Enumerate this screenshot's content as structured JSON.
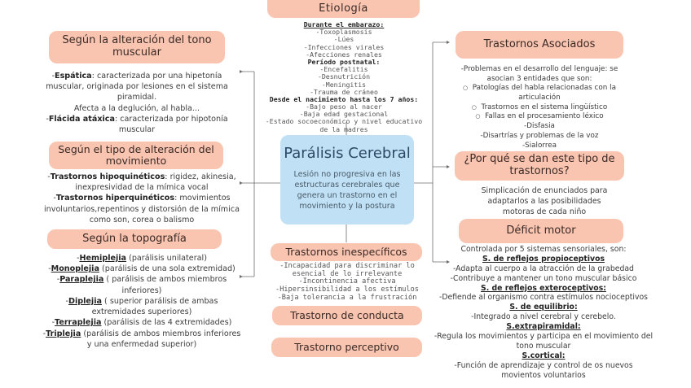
{
  "center": {
    "title": "Parálisis Cerebral",
    "desc": "Lesión no progresiva en las estructuras cerebrales que genera un trastorno en el movimiento y la postura"
  },
  "etiologia": {
    "title": "Etiología",
    "h1": "Durante el embarazo:",
    "l1": "-Toxoplasmosis",
    "l2": "-Lúes",
    "l3": "-Infecciones virales",
    "l4": "-Afecciones renales",
    "h2": "Período postnatal:",
    "l5": "-Encefalitis",
    "l6": "-Desnutrición",
    "l7": "-Meningitis",
    "l8": "-Trauma de cráneo",
    "h3": "Desde el nacimiento hasta los 7 años:",
    "l9": "-Bajo peso al nacer",
    "l10": "-Baja edad gestacional",
    "l11": "-Estado socoeconómico y nivel educativo de la madres"
  },
  "tono": {
    "title": "Según la alteración del tono muscular",
    "esp_label": "Espática",
    "esp_text": ": caracterizada por una hipetonía muscular, originada por lesiones en el sistema piramidal.",
    "esp_text2": "Afecta a la deglución, al habla...",
    "flac_label": "Flácida atáxica",
    "flac_text": ": caracterizada por hipotonía muscular"
  },
  "tipo": {
    "title": "Según el tipo de alteración del movimiento",
    "hipo_label": "Trastornos hipoquinéticos",
    "hipo_text": ": rigidez, akinesia, inexpresividad de la mímica vocal",
    "hiper_label": "Trastornos hiperquinéticos",
    "hiper_text": ": movimientos involuntarios,repentinos y distorsión de la mímica como son, corea o balismo"
  },
  "topo": {
    "title": "Según la topografía",
    "i1_label": "Hemiplejia",
    "i1_text": " (parálisis unilateral)",
    "i2_label": "Monoplejia",
    "i2_text": " (parálisis de una sola extremidad)",
    "i3_label": "Paraplejia",
    "i3_text": " ( parálisis de ambos miembros inferiores)",
    "i4_label": "Diplejia",
    "i4_text": " ( superior parálisis de ambas extremidades superiores)",
    "i5_label": "Terraplejia",
    "i5_text": " (parálisis de las 4 extremidades)",
    "i6_label": "Triplejia",
    "i6_text": " (parálisis de ambos miembros inferiores y una enfermedad superior)"
  },
  "inesp": {
    "title": "Trastornos inespecíficos",
    "l1": "-Incapacidad para discriminar lo esencial de lo irrelevante",
    "l2": "-Incontinencia afectiva",
    "l3": "-Hipersinsibilidad a los estímulos",
    "l4": "-Baja tolerancia a la frustración"
  },
  "conducta": {
    "title": "Trastorno de conducta"
  },
  "perceptivo": {
    "title": "Trastorno perceptivo"
  },
  "asociados": {
    "title": "Trastornos Asociados",
    "intro": "-Problemas en el desarrollo del lenguaje: se asocian 3 entidades que son:",
    "b1": "Patologías del habla relacionadas con la articulación",
    "b2": "Trastornos en el sistema lingüístico",
    "b3": "Fallas en el procesamiento léxico",
    "l1": "-Disfasia",
    "l2": "-Disartrías y problemas de la voz",
    "l3": "-Sialorrea"
  },
  "porque": {
    "title": "¿Por qué se dan este tipo de trastornos?",
    "text": "Simplicación de enunciados para adaptarlos a las posibilidades motoras de cada niño"
  },
  "deficit": {
    "title": "Déficit motor",
    "intro": "Controlada por 5 sistemas sensoriales, son:",
    "s1": "S. de reflejos propioceptivos",
    "s1a": "-Adapta al cuerpo a la atracción de la grabedad",
    "s1b": "-Contribuye a mantener un tono muscular básico",
    "s2": "S. de reflejos exteroceptivos:",
    "s2a": "-Defiende al organismo contra estímulos nocioceptivos",
    "s3": "S. de equilibrio:",
    "s3a": "-Integrado a nivel cerebral y cerebelo.",
    "s4": "S.extrapiramidal:",
    "s4a": "-Regula los movimientos y participa en el movimiento del tono muscular",
    "s5": "S.cortical:",
    "s5a": "-Función de aprendizaje y control de os nuevos movientos voluntarios"
  },
  "colors": {
    "pill": "#f9c4b0",
    "center": "#bfe0f5",
    "line": "#6b6b6b"
  }
}
